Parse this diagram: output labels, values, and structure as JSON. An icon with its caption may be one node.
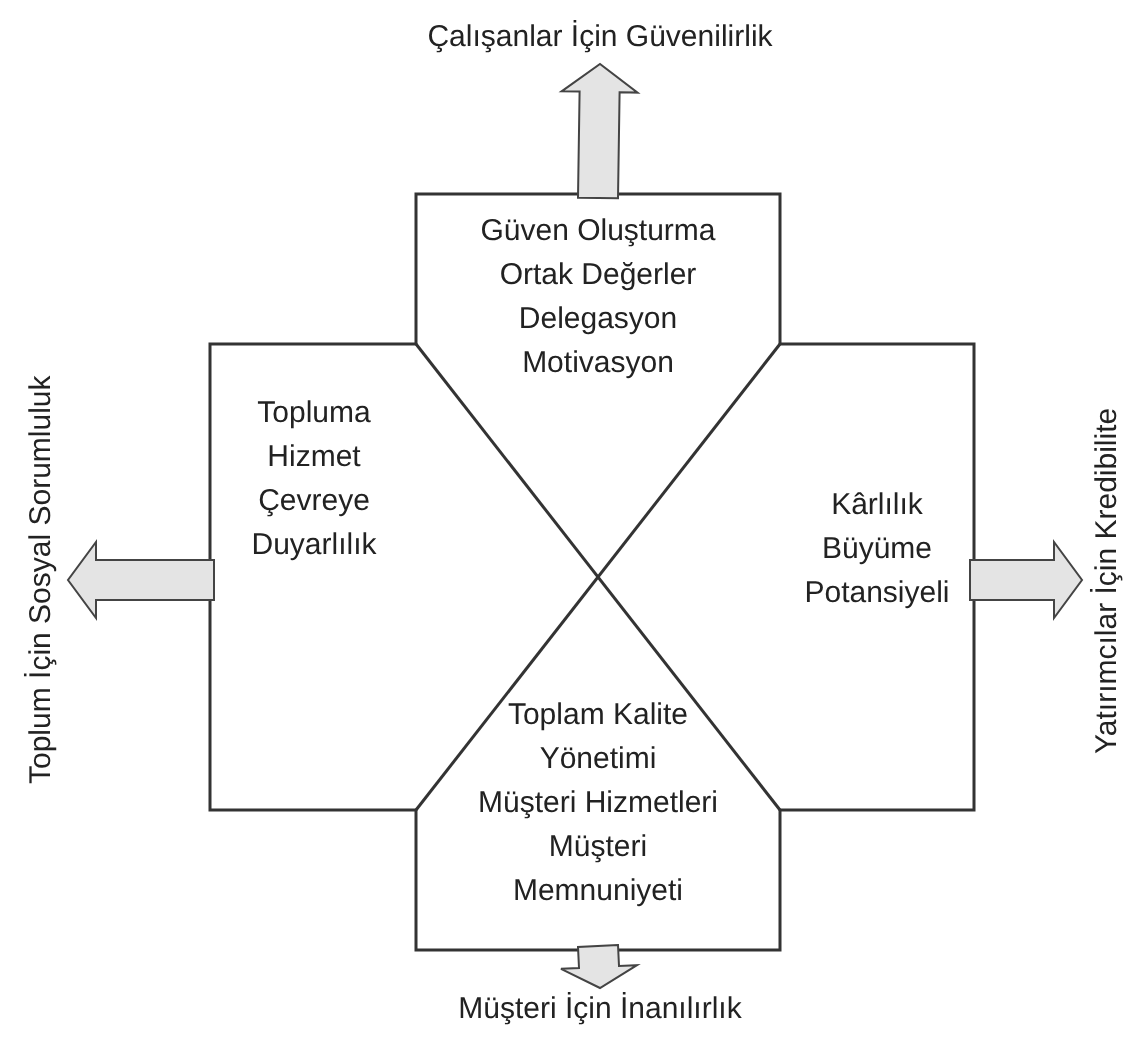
{
  "diagram": {
    "nodes": [
      {
        "text": [
          "Güven Oluşturma",
          "Ortak Değerler",
          "Delegasyon",
          "Motivasyon"
        ]
      },
      {
        "text": [
          "Topluma Hizmet",
          "Çevreye Duyarlılık"
        ]
      },
      {
        "text": [
          "Kârlılık",
          "Büyüme Potansiyeli"
        ]
      },
      {
        "text": [
          "Toplam Kalite Yönetimi",
          "Müşteri Hizmetleri",
          "Müşteri Memnuniyeti"
        ]
      },
      {
        "text": [
          "Çalışanlar İçin Güvenilirlik"
        ]
      },
      {
        "text": [
          "Toplum İçin Sosyal Sorumluluk"
        ]
      },
      {
        "text": [
          "Yatırımcılar İçin Kredibilite"
        ]
      },
      {
        "text": [
          "Müşteri İçin İnanılırlık"
        ]
      }
    ],
    "edges": [
      {
        "from": 0,
        "to": 4,
        "arrow": "to"
      },
      {
        "from": 1,
        "to": 5,
        "arrow": "to"
      },
      {
        "from": 2,
        "to": 6,
        "arrow": "to"
      },
      {
        "from": 3,
        "to": 7,
        "arrow": "to"
      }
    ]
  }
}
